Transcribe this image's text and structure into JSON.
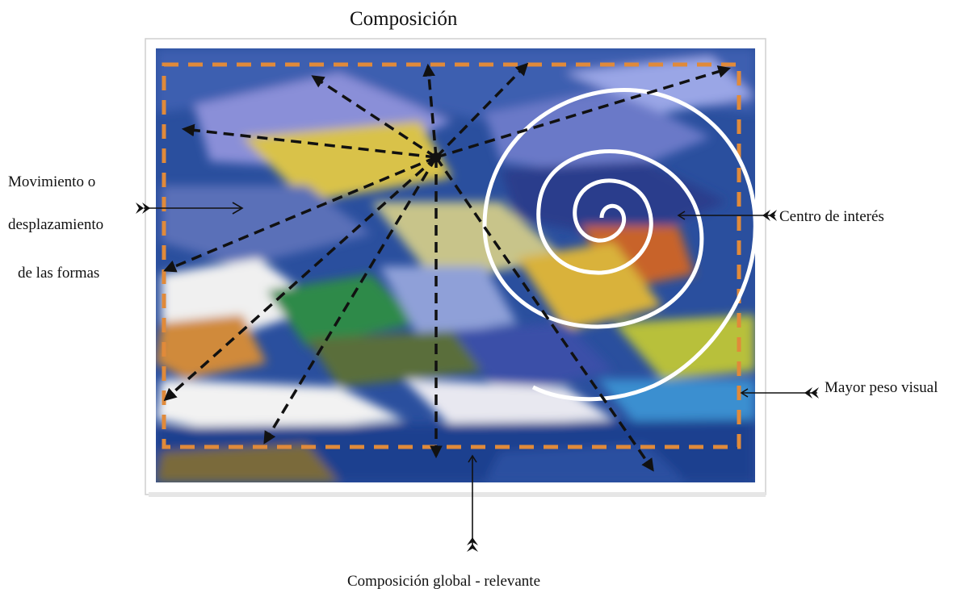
{
  "title": "Composición",
  "labels": {
    "movement_line1": "Movimiento o",
    "movement_line2": "desplazamiento",
    "movement_line3": "de las formas",
    "center_of_interest": "Centro de interés",
    "visual_weight": "Mayor peso visual",
    "global_composition": "Composición global - relevante"
  },
  "painting": {
    "description_colors": [
      "#2a4f9e",
      "#6b79c8",
      "#d9c24a",
      "#c8642c",
      "#f2f2f2",
      "#2f8a4a",
      "#1d2f7a"
    ]
  },
  "colors": {
    "frame_dash": "#e08a3a",
    "vector_dash": "#111111",
    "spiral": "#ffffff"
  }
}
